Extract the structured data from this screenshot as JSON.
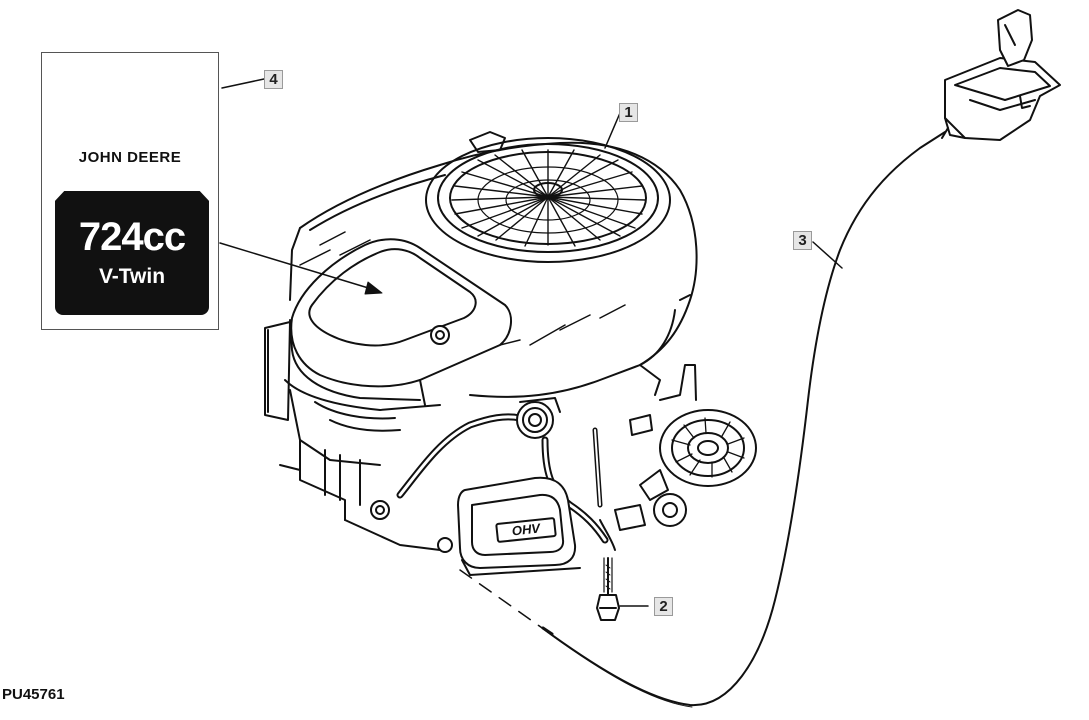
{
  "figure_id": "PU45761",
  "callouts": {
    "c1": "1",
    "c2": "2",
    "c3": "3",
    "c4": "4"
  },
  "decal": {
    "brand": "JOHN DEERE",
    "displacement": "724cc",
    "engine_type": "V-Twin"
  },
  "engine_badge": "OHV"
}
